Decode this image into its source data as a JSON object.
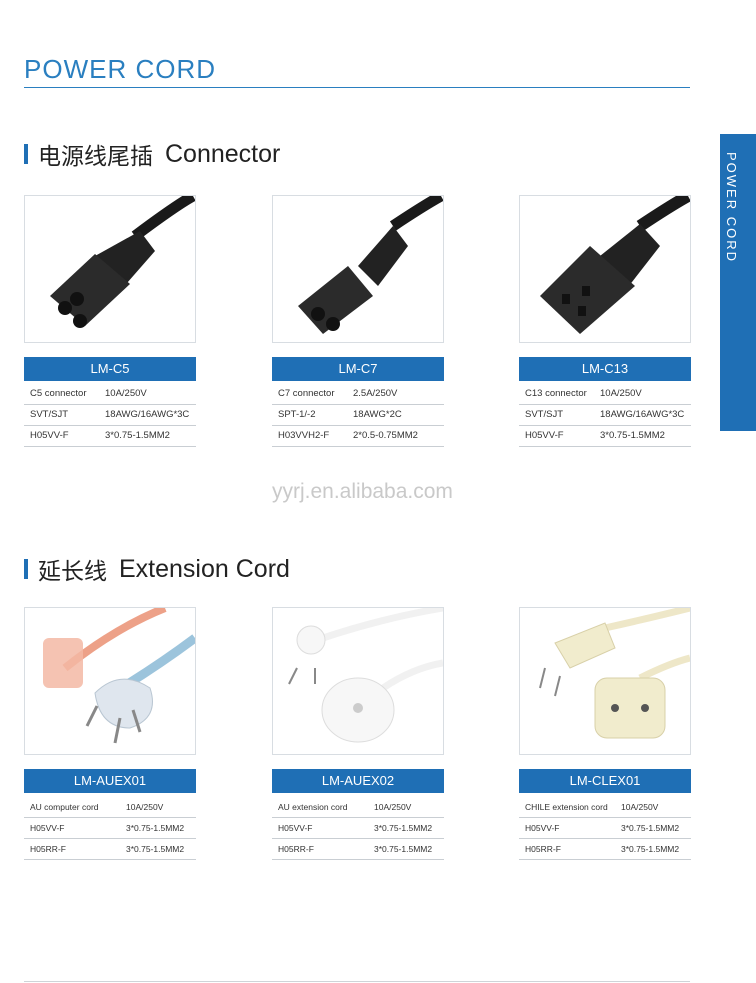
{
  "header": {
    "title": "POWER CORD"
  },
  "side_tab": {
    "label": "POWER CORD"
  },
  "sections": {
    "connector": {
      "title_cn": "电源线尾插",
      "title_en": "Connector"
    },
    "extension": {
      "title_cn": "延长线",
      "title_en": "Extension Cord"
    }
  },
  "products": [
    {
      "model": "LM-C5",
      "rows": [
        [
          "C5 connector",
          "10A/250V"
        ],
        [
          "SVT/SJT",
          "18AWG/16AWG*3C"
        ],
        [
          "H05VV-F",
          "3*0.75-1.5MM2"
        ]
      ]
    },
    {
      "model": "LM-C7",
      "rows": [
        [
          "C7 connector",
          "2.5A/250V"
        ],
        [
          "SPT-1/-2",
          "18AWG*2C"
        ],
        [
          "H03VVH2-F",
          "2*0.5-0.75MM2"
        ]
      ]
    },
    {
      "model": "LM-C13",
      "rows": [
        [
          "C13 connector",
          "10A/250V"
        ],
        [
          "SVT/SJT",
          "18AWG/16AWG*3C"
        ],
        [
          "H05VV-F",
          "3*0.75-1.5MM2"
        ]
      ]
    },
    {
      "model": "LM-AUEX01",
      "rows": [
        [
          "AU computer cord",
          "10A/250V"
        ],
        [
          "H05VV-F",
          "3*0.75-1.5MM2"
        ],
        [
          "H05RR-F",
          "3*0.75-1.5MM2"
        ]
      ]
    },
    {
      "model": "LM-AUEX02",
      "rows": [
        [
          "AU extension cord",
          "10A/250V"
        ],
        [
          "H05VV-F",
          "3*0.75-1.5MM2"
        ],
        [
          "H05RR-F",
          "3*0.75-1.5MM2"
        ]
      ]
    },
    {
      "model": "LM-CLEX01",
      "rows": [
        [
          "CHILE extension cord",
          "10A/250V"
        ],
        [
          "H05VV-F",
          "3*0.75-1.5MM2"
        ],
        [
          "H05RR-F",
          "3*0.75-1.5MM2"
        ]
      ]
    }
  ],
  "watermark": "yyrj.en.alibaba.com",
  "colors": {
    "accent": "#1f6fb5",
    "title": "#2a7fc0"
  }
}
